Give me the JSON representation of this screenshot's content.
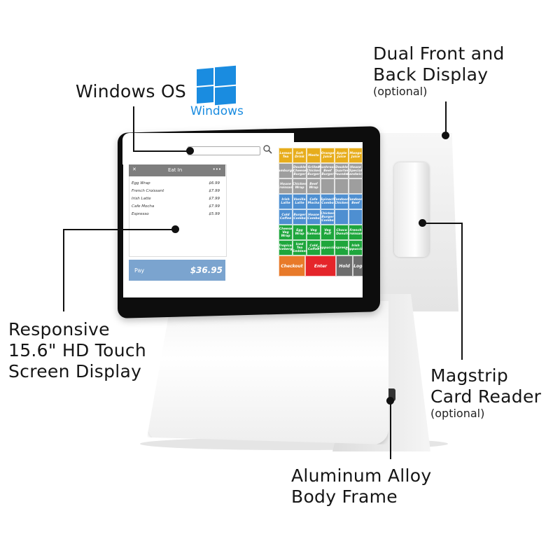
{
  "callouts": {
    "windows_os": "Windows OS",
    "dual_display_line1": "Dual Front and",
    "dual_display_line2": "Back Display",
    "dual_display_sub": "(optional)",
    "touch_line1": "Responsive",
    "touch_line2": "15.6\" HD Touch",
    "touch_line3": "Screen Display",
    "magstrip_line1": "Magstrip",
    "magstrip_line2": "Card Reader",
    "magstrip_sub": "(optional)",
    "alloy_line1": "Aluminum Alloy",
    "alloy_line2": "Body Frame"
  },
  "logo": {
    "text": "Windows",
    "color": "#1a8ce0",
    "icon": "windows-logo-icon"
  },
  "pos_screen": {
    "order_header": {
      "close": "✕",
      "title": "Eat In",
      "more": "•••"
    },
    "items": [
      {
        "name": "Egg Wrap",
        "price": "$6.99"
      },
      {
        "name": "French Croissant",
        "price": "$7.99"
      },
      {
        "name": "Irish Latte",
        "price": "$7.99"
      },
      {
        "name": "Cafe Mocha",
        "price": "$7.99"
      },
      {
        "name": "Espresso",
        "price": "$5.99"
      }
    ],
    "pay_label": "Pay",
    "total": "$36.95",
    "buttons": {
      "row1": [
        "Lemon Tea",
        "Soft Drink",
        "Mesto",
        "Orange Juice",
        "Apple Juice",
        "Mango Juice"
      ],
      "row2": [
        "Hamburger",
        "Double Cheese Burger",
        "Grilled Chicken Burger",
        "Mushroom Beef Burger",
        "Double Quarter Pounder",
        "House Special Sandwich"
      ],
      "row3": [
        "House Croissant",
        "Chicken Wrap",
        "Beef Wrap",
        "",
        "",
        ""
      ],
      "row4": [
        "Irish Latte",
        "Vanilla Latte",
        "Cafe Mocha",
        "Spinach Combo",
        "Tandoori Chicken",
        "Tandoori Beef"
      ],
      "row5": [
        "Cold Coffee",
        "Burger Combo",
        "House Combo",
        "Chicken Burger Combo",
        "",
        ""
      ],
      "row6": [
        "Cheese Veg Wrap",
        "Egg Wrap",
        "Veg Samosa",
        "Veg Puff",
        "Choco Donut",
        "French Croissant"
      ],
      "row7": [
        "Tropical Iceberg",
        "Iced Tea Emblem",
        "Cold Coffee",
        "Cappuccino",
        "Espresso",
        "Irish Cappuccino"
      ],
      "checkout": "Checkout",
      "enter": "Enter",
      "hold": "Hold",
      "logout": "Logout"
    }
  },
  "colors": {
    "yellow": "#e7ad1c",
    "gray": "#9e9e9e",
    "blue": "#4e8fd1",
    "green": "#1ea63c",
    "orange": "#e87a2a",
    "red": "#e5252a",
    "dark_gray": "#6d6d6d"
  }
}
